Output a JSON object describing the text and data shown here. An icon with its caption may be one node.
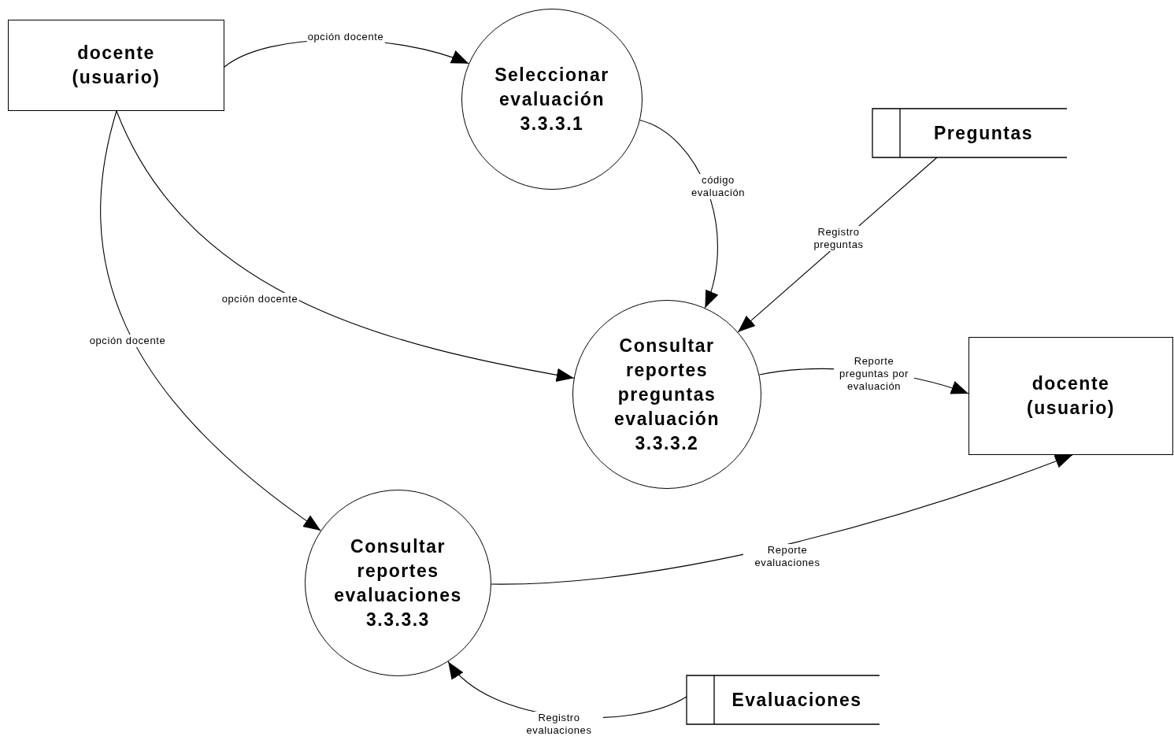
{
  "diagram": {
    "nodes": [
      {
        "text": [
          "docente (usuario)"
        ]
      },
      {
        "text": [
          "Seleccionar evaluación 3.3.3.1"
        ]
      },
      {
        "text": [
          "Preguntas"
        ]
      },
      {
        "text": [
          "Consultar reportes preguntas evaluación 3.3.3.2"
        ]
      },
      {
        "text": [
          "docente (usuario)"
        ]
      },
      {
        "text": [
          "Consultar reportes evaluaciones 3.3.3.3"
        ]
      },
      {
        "text": [
          "Evaluaciones"
        ]
      }
    ],
    "edges": [
      {
        "from": 0,
        "to": 1,
        "arrow": "to",
        "label": "opción docente"
      },
      {
        "from": 1,
        "to": 3,
        "arrow": "to",
        "label": "código evaluación"
      },
      {
        "from": 2,
        "to": 3,
        "arrow": "to",
        "label": "Registro preguntas"
      },
      {
        "from": 0,
        "to": 3,
        "arrow": "to",
        "label": "opción docente"
      },
      {
        "from": 0,
        "to": 5,
        "arrow": "to",
        "label": "opción docente"
      },
      {
        "from": 3,
        "to": 4,
        "arrow": "to",
        "label": "Reporte preguntas por evaluación"
      },
      {
        "from": 5,
        "to": 4,
        "arrow": "to",
        "label": "Reporte evaluaciones"
      },
      {
        "from": 6,
        "to": 5,
        "arrow": "to",
        "label": "Registro evaluaciones"
      }
    ]
  }
}
